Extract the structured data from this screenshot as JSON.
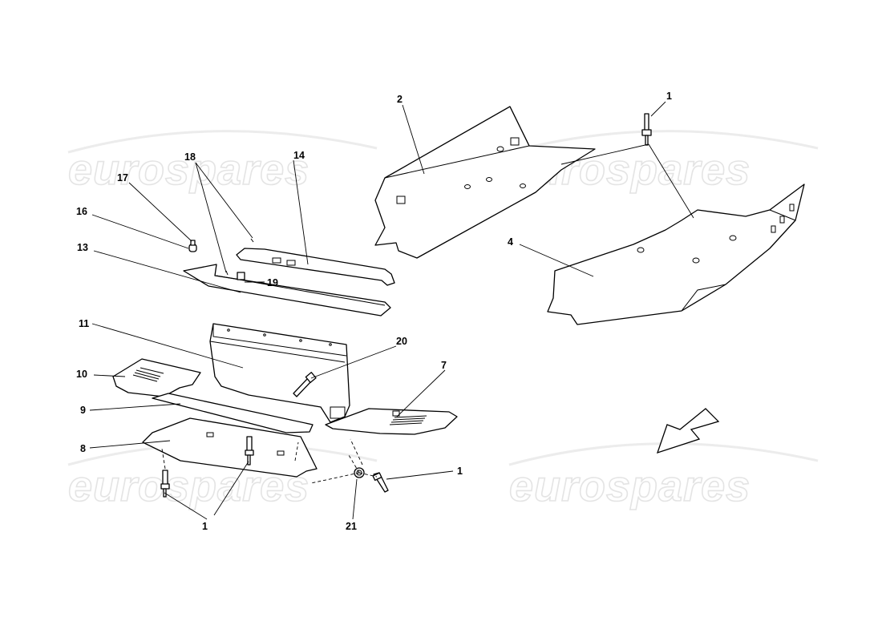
{
  "watermark": {
    "text": "eurospares"
  },
  "callouts": {
    "c1_top": "1",
    "c2": "2",
    "c4": "4",
    "c7": "7",
    "c8": "8",
    "c9": "9",
    "c10": "10",
    "c11": "11",
    "c13": "13",
    "c14": "14",
    "c16": "16",
    "c17": "17",
    "c18": "18",
    "c19": "19",
    "c20": "20",
    "c21": "21",
    "c1_bottom": "1",
    "c1_right": "1"
  },
  "icons": {
    "direction": "front-direction-arrow-icon"
  }
}
